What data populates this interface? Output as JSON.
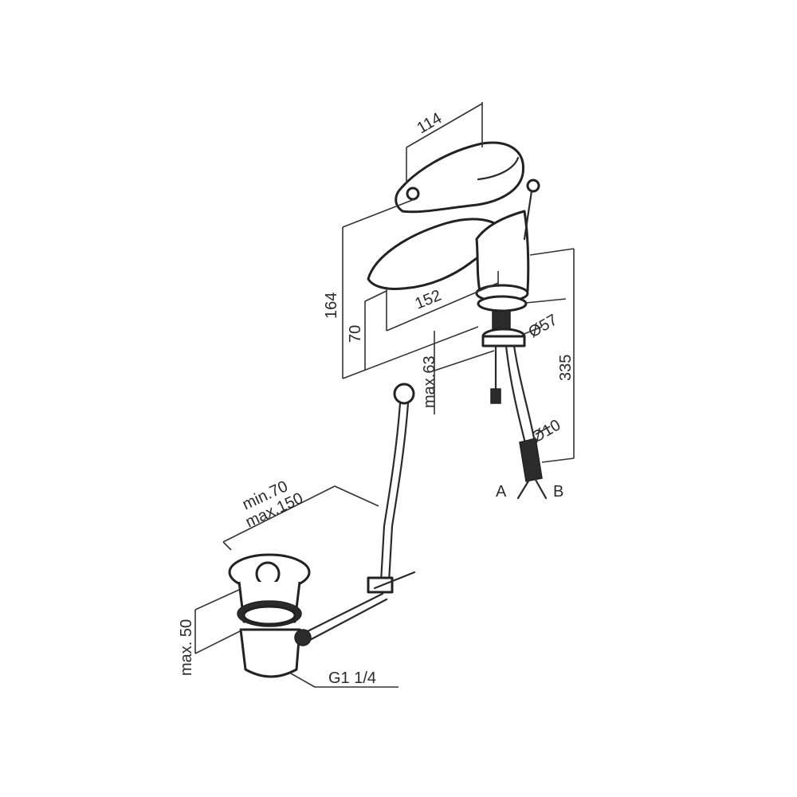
{
  "diagram": {
    "dimensions": {
      "lever_length": "114",
      "total_height": "164",
      "spout_reach": "152",
      "spout_height": "70",
      "deck_thickness": "max.63",
      "mount_diameter": "Ø57",
      "hose_length": "335",
      "hose_diameter": "Ø10",
      "rod_min": "min.70",
      "rod_max": "max.150",
      "waste_height": "max. 50",
      "waste_thread": "G1 1/4"
    },
    "connections": {
      "a": "A",
      "b": "B"
    }
  }
}
